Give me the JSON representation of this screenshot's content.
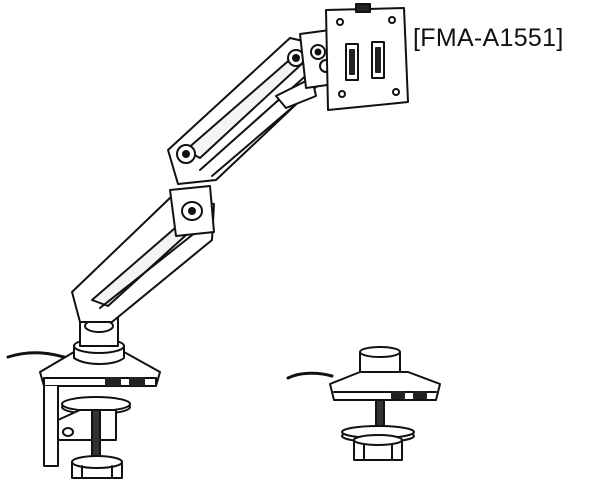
{
  "product": {
    "model_label": "[FMA-A1551]",
    "illustrations": [
      {
        "name": "monitor-arm-with-clamp-mount",
        "icon": "monitor-arm-illustration"
      },
      {
        "name": "grommet-mount-base",
        "icon": "grommet-mount-illustration"
      }
    ]
  },
  "colors": {
    "line": "#111111",
    "fill": "#ffffff",
    "shade": "#222222"
  }
}
